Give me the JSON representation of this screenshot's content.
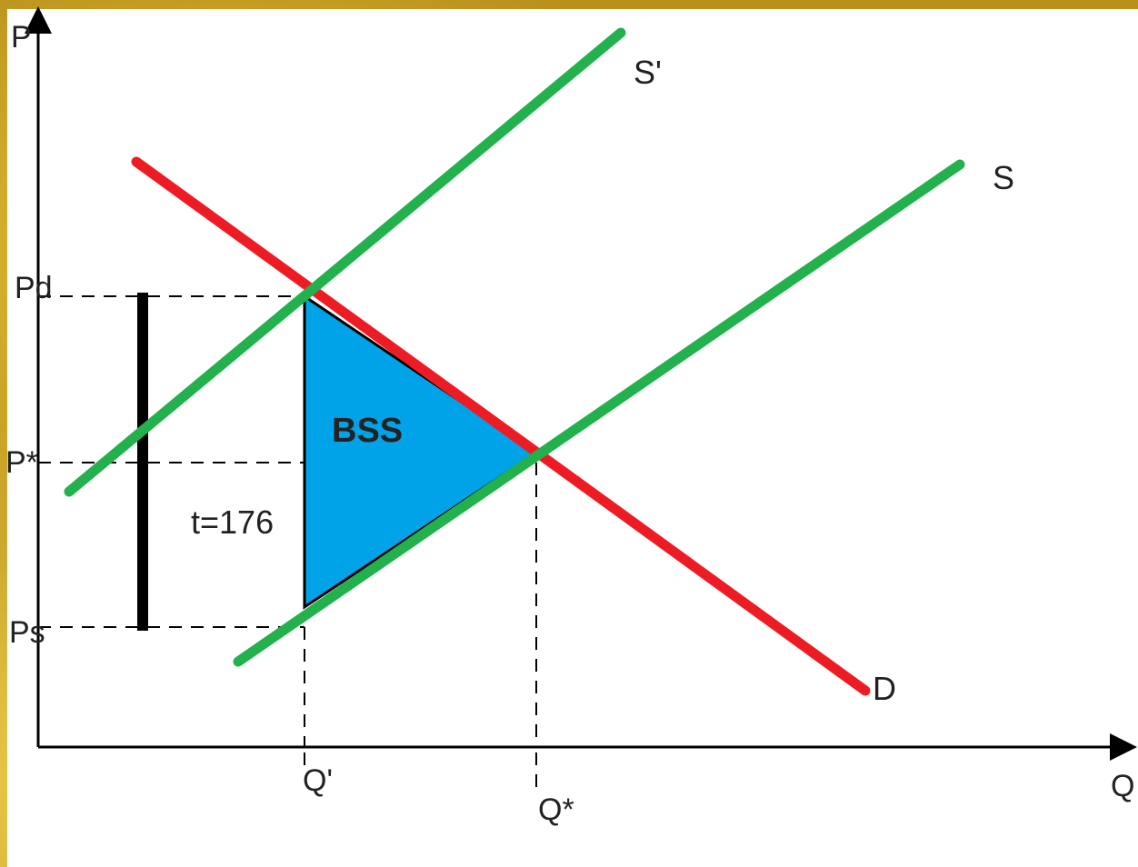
{
  "axes": {
    "y_label": "P",
    "x_label": "Q"
  },
  "curves": {
    "supply_shifted_label": "S'",
    "supply_label": "S",
    "demand_label": "D"
  },
  "prices": {
    "pd_label": "Pd",
    "pstar_label": "P*",
    "ps_label": "Ps"
  },
  "quantities": {
    "qprime_label": "Q'",
    "qstar_label": "Q*"
  },
  "annotations": {
    "triangle_label": "BSS",
    "tax_label": "t=176"
  },
  "colors": {
    "supply": "#22b14c",
    "demand": "#ed1c24",
    "triangle_fill": "#00a2e8",
    "axis": "#000000"
  }
}
